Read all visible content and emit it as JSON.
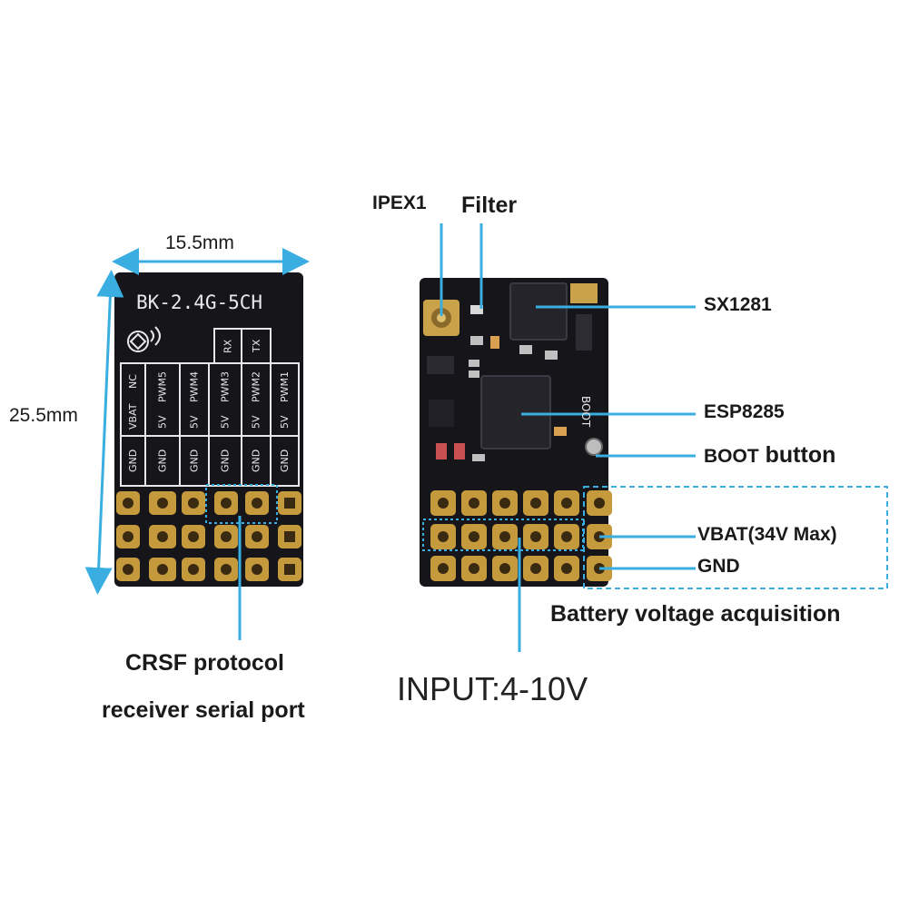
{
  "left_board": {
    "width_dim": "15.5mm",
    "height_dim": "25.5mm",
    "model": "BK-2.4G-5CH",
    "silk_top": [
      "RX",
      "TX"
    ],
    "silk_row1": [
      "NC",
      "PWM5",
      "PWM4",
      "PWM3",
      "PWM2",
      "PWM1"
    ],
    "silk_row2": [
      "VBAT",
      "5V",
      "5V",
      "5V",
      "5V",
      "5V"
    ],
    "silk_row3": [
      "GND",
      "GND",
      "GND",
      "GND",
      "GND",
      "GND"
    ],
    "callout_line1": "CRSF protocol",
    "callout_line2": "receiver serial port"
  },
  "right_board": {
    "ipex": "IPEX1",
    "filter": "Filter",
    "sx": "SX1281",
    "esp": "ESP8285",
    "boot_silk": "BOOT",
    "boot_label_a": "BOOT",
    "boot_label_b": "button",
    "vbat": "VBAT(34V Max)",
    "gnd": "GND",
    "battery": "Battery voltage acquisition",
    "input": "INPUT:4-10V"
  },
  "colors": {
    "board": "#15151a",
    "pad": "#c59a3c",
    "callout": "#3aaee0",
    "silk": "#e8e8e8"
  }
}
